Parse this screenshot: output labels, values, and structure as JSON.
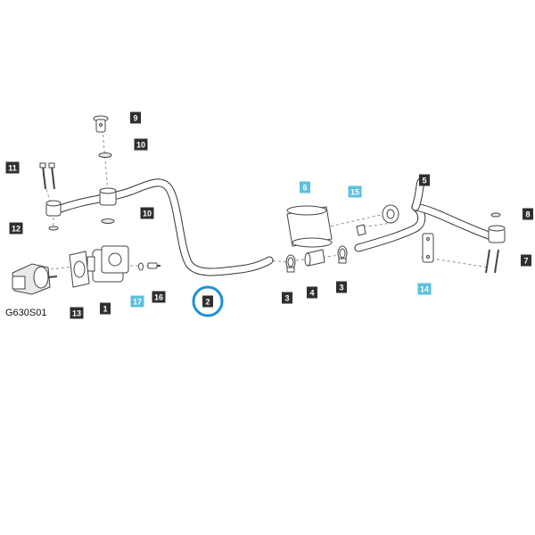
{
  "diagram_ref": "G630S01",
  "colors": {
    "callout_dark": "#2f2f2f",
    "callout_highlight": "#5bc0de",
    "focus_ring": "#1e90d6"
  },
  "callouts": [
    {
      "id": "1",
      "label": "1",
      "highlight": false
    },
    {
      "id": "2",
      "label": "2",
      "highlight": false,
      "focused": true
    },
    {
      "id": "3a",
      "label": "3",
      "highlight": false
    },
    {
      "id": "3b",
      "label": "3",
      "highlight": false
    },
    {
      "id": "4",
      "label": "4",
      "highlight": false
    },
    {
      "id": "5",
      "label": "5",
      "highlight": false
    },
    {
      "id": "6",
      "label": "6",
      "highlight": true
    },
    {
      "id": "7",
      "label": "7",
      "highlight": false
    },
    {
      "id": "8",
      "label": "8",
      "highlight": false
    },
    {
      "id": "9",
      "label": "9",
      "highlight": false
    },
    {
      "id": "10a",
      "label": "10",
      "highlight": false
    },
    {
      "id": "10b",
      "label": "10",
      "highlight": false
    },
    {
      "id": "11",
      "label": "11",
      "highlight": false
    },
    {
      "id": "12",
      "label": "12",
      "highlight": false
    },
    {
      "id": "13",
      "label": "13",
      "highlight": false
    },
    {
      "id": "14",
      "label": "14",
      "highlight": true
    },
    {
      "id": "15",
      "label": "15",
      "highlight": true
    },
    {
      "id": "16",
      "label": "16",
      "highlight": false
    },
    {
      "id": "17",
      "label": "17",
      "highlight": true
    }
  ]
}
